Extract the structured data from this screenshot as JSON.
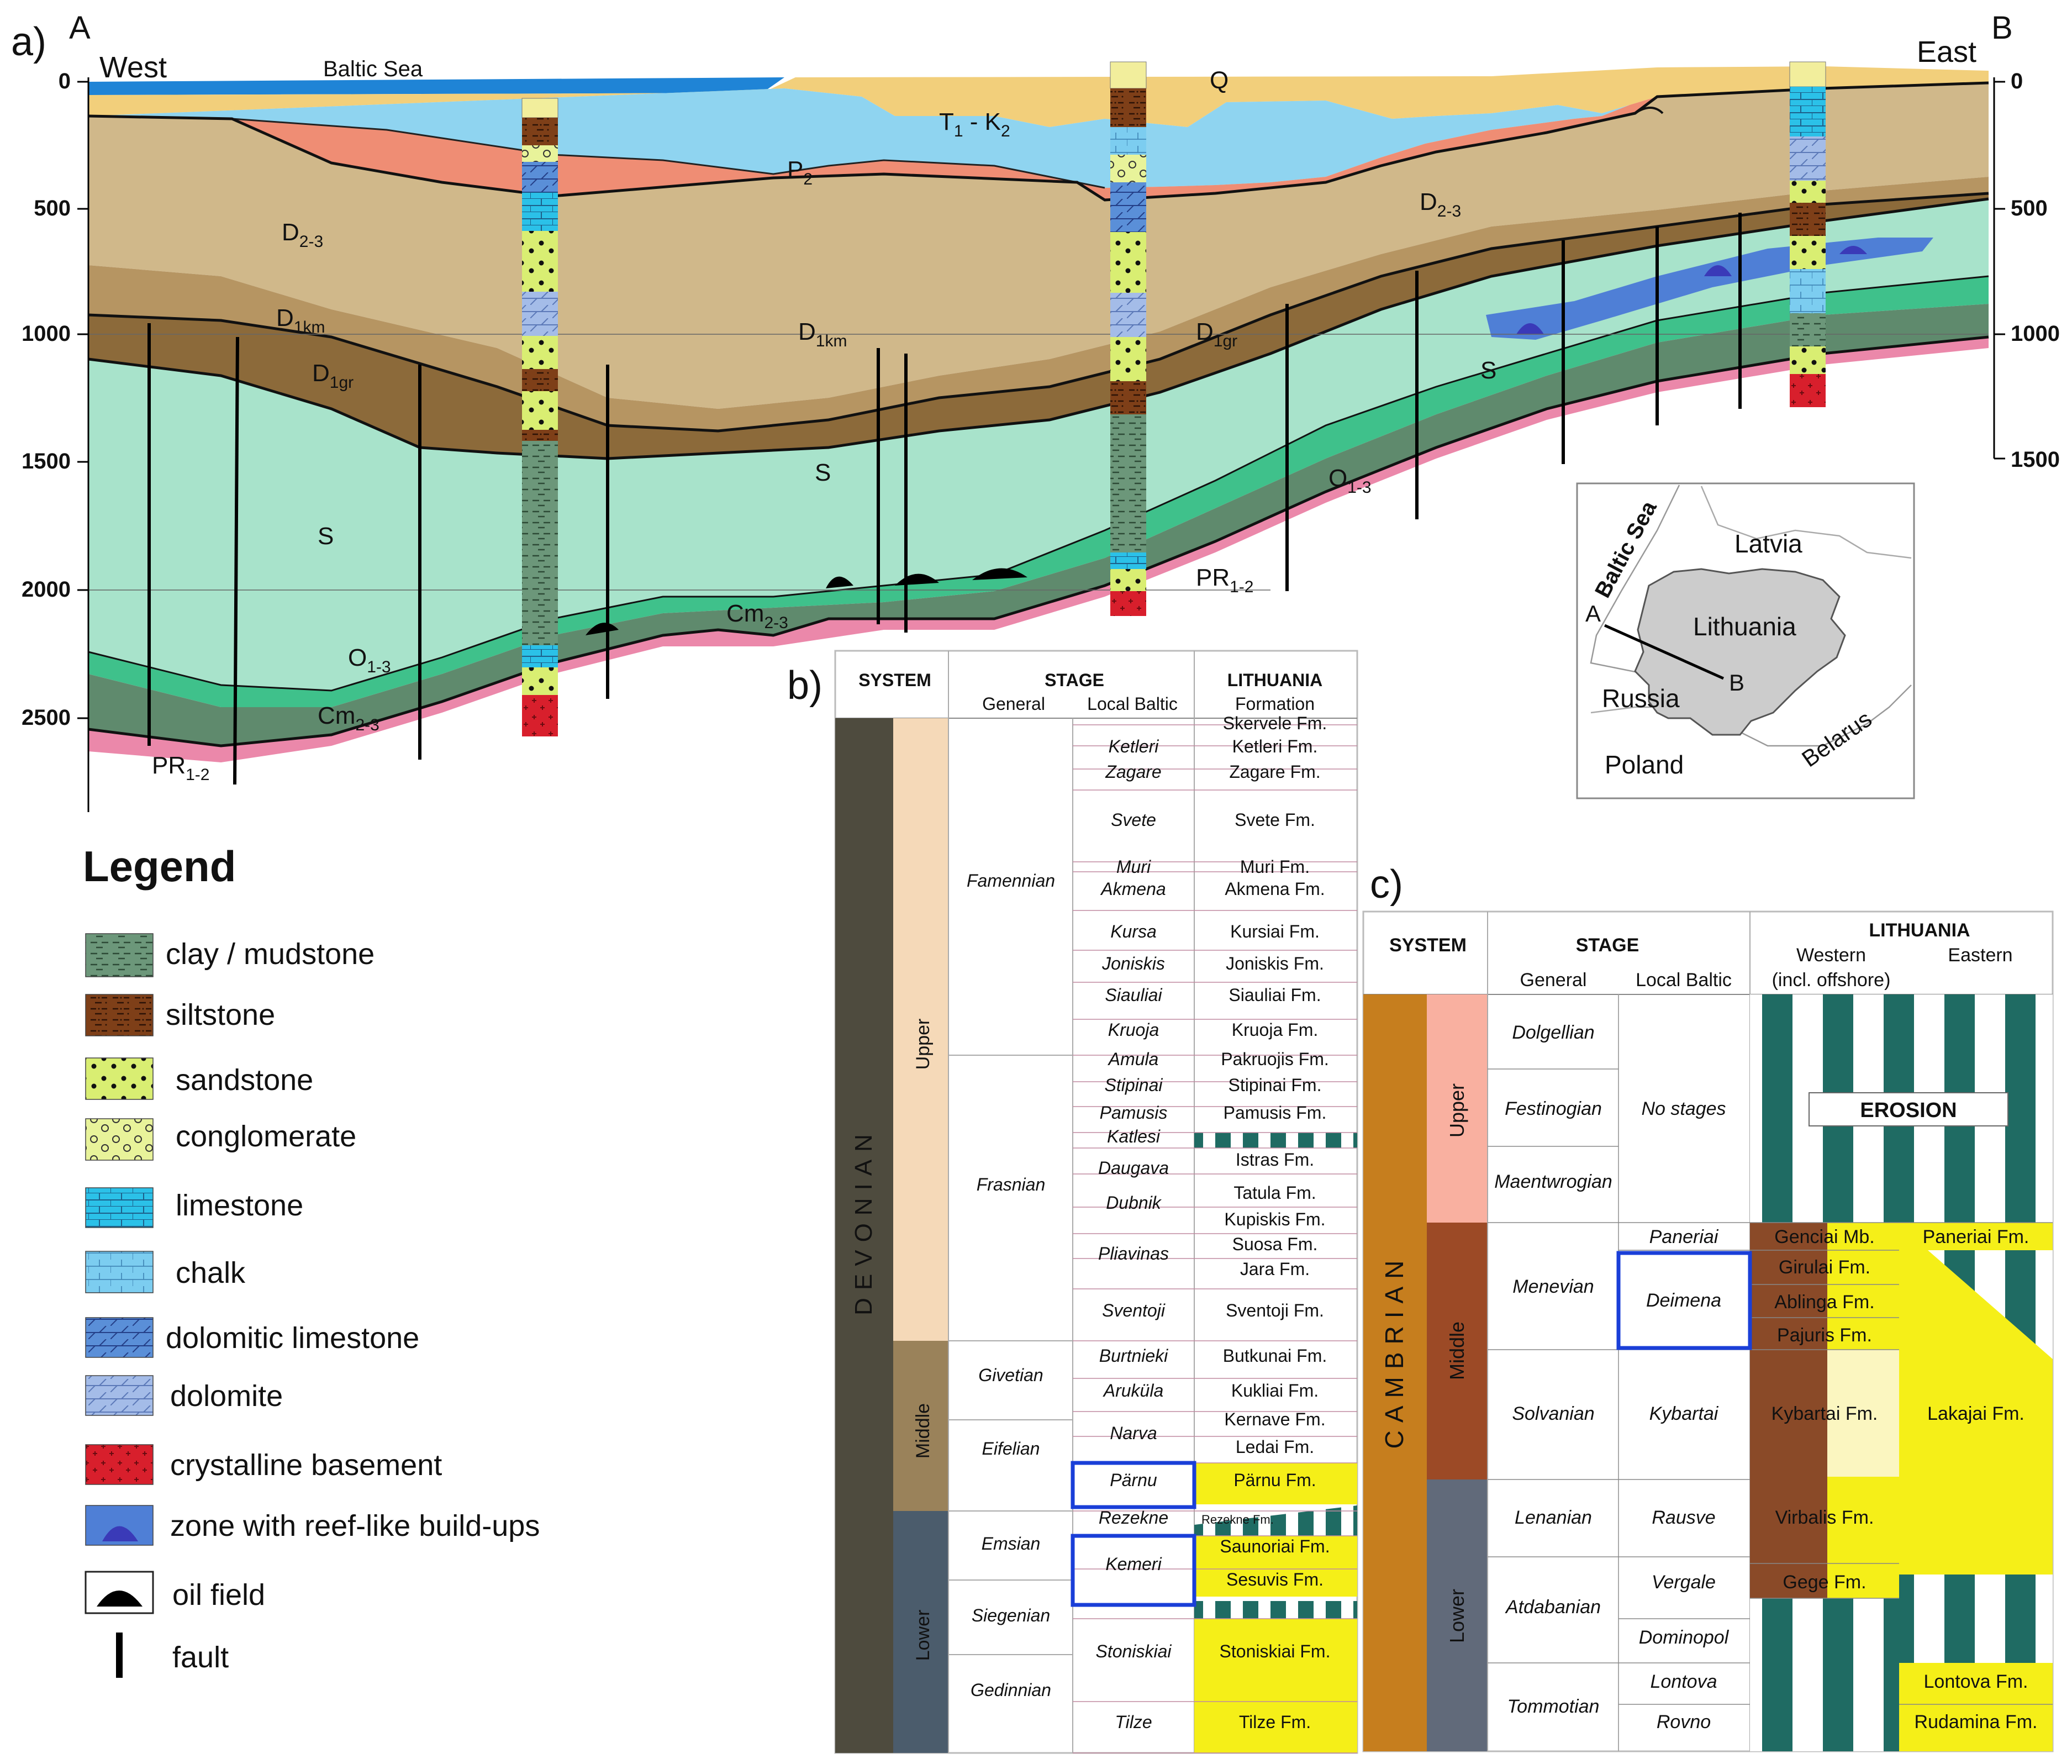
{
  "panel_a": {
    "panel_label": "a)",
    "endpoint_left": "A",
    "endpoint_right": "B",
    "west_label": "West",
    "east_label": "East",
    "sea_label": "Baltic Sea",
    "depth_ticks": [
      "0",
      "500",
      "1000",
      "1500",
      "2000",
      "2500"
    ],
    "depth_ticks_right": [
      "0",
      "500",
      "1000",
      "1500"
    ],
    "units": [
      {
        "id": "Q",
        "base": "Q",
        "sub": ""
      },
      {
        "id": "T1K2",
        "base": "T",
        "sub": "1",
        "mid": " - K",
        "sub2": "2"
      },
      {
        "id": "P2",
        "base": "P",
        "sub": "2"
      },
      {
        "id": "D23a",
        "base": "D",
        "sub": "2-3"
      },
      {
        "id": "D23b",
        "base": "D",
        "sub": "2-3"
      },
      {
        "id": "D1km_a",
        "base": "D",
        "sub": "1km"
      },
      {
        "id": "D1km_b",
        "base": "D",
        "sub": "1km"
      },
      {
        "id": "D1gr_a",
        "base": "D",
        "sub": "1gr"
      },
      {
        "id": "D1gr_b",
        "base": "D",
        "sub": "1gr"
      },
      {
        "id": "S_a",
        "base": "S",
        "sub": ""
      },
      {
        "id": "S_b",
        "base": "S",
        "sub": ""
      },
      {
        "id": "S_c",
        "base": "S",
        "sub": ""
      },
      {
        "id": "O13_a",
        "base": "O",
        "sub": "1-3"
      },
      {
        "id": "O13_b",
        "base": "O",
        "sub": "1-3"
      },
      {
        "id": "Cm_a",
        "base": "Cm",
        "sub": "2-3"
      },
      {
        "id": "Cm_b",
        "base": "Cm",
        "sub": "2-3"
      },
      {
        "id": "PR_a",
        "base": "PR",
        "sub": "1-2"
      },
      {
        "id": "PR_b",
        "base": "PR",
        "sub": "1-2"
      }
    ]
  },
  "map": {
    "sea": "Baltic Sea",
    "countries": [
      "Latvia",
      "Lithuania",
      "Russia",
      "Poland",
      "Belarus"
    ],
    "a": "A",
    "b": "B"
  },
  "legend": {
    "title": "Legend",
    "items": [
      {
        "label": "clay / mudstone",
        "color": "#6f9a78"
      },
      {
        "label": "siltstone",
        "color": "#8a4a1e"
      },
      {
        "label": "sandstone",
        "color": "#d6ec6e"
      },
      {
        "label": "conglomerate",
        "color": "#e4f28e"
      },
      {
        "label": "limestone",
        "color": "#27c0e8"
      },
      {
        "label": "chalk",
        "color": "#6cc7ee"
      },
      {
        "label": "dolomitic limestone",
        "color": "#5b8fd8"
      },
      {
        "label": "dolomite",
        "color": "#9fb7e6"
      },
      {
        "label": "crystalline basement",
        "color": "#d61f2c"
      },
      {
        "label": "zone with reef-like build-ups",
        "color": "#4a4ac8"
      },
      {
        "label": "oil field",
        "color": "#000000"
      },
      {
        "label": "fault",
        "color": "#000000"
      }
    ]
  },
  "panel_b": {
    "panel_label": "b)",
    "hdr_system": "SYSTEM",
    "hdr_stage": "STAGE",
    "hdr_general": "General",
    "hdr_local": "Local Baltic",
    "hdr_lith": "LITHUANIA",
    "hdr_form": "Formation",
    "system": "DEVONIAN",
    "series": [
      "Upper",
      "Middle",
      "Lower"
    ],
    "general": [
      "Famennian",
      "Frasnian",
      "Givetian",
      "Eifelian",
      "Emsian",
      "Siegenian",
      "Gedinnian"
    ],
    "rows": [
      {
        "local": "",
        "fm": "Skervele Fm."
      },
      {
        "local": "Ketleri",
        "fm": "Ketleri Fm."
      },
      {
        "local": "Zagare",
        "fm": "Zagare Fm."
      },
      {
        "local": "Svete",
        "fm": "Svete Fm."
      },
      {
        "local": "Muri",
        "fm": "Muri Fm."
      },
      {
        "local": "Akmena",
        "fm": "Akmena Fm."
      },
      {
        "local": "Kursa",
        "fm": "Kursiai Fm."
      },
      {
        "local": "Joniskis",
        "fm": "Joniskis Fm."
      },
      {
        "local": "Siauliai",
        "fm": "Siauliai Fm."
      },
      {
        "local": "Kruoja",
        "fm": "Kruoja Fm."
      },
      {
        "local": "Amula",
        "fm": "Pakruojis Fm."
      },
      {
        "local": "Stipinai",
        "fm": "Stipinai Fm."
      },
      {
        "local": "Pamusis",
        "fm": "Pamusis Fm."
      },
      {
        "local": "Katlesi",
        "fm": ""
      },
      {
        "local": "Daugava",
        "fm": "Istras Fm."
      },
      {
        "local": "Dubnik",
        "fm": "Tatula Fm."
      },
      {
        "local": "Pliavinas",
        "fm": "Kupiskis Fm."
      },
      {
        "local": "",
        "fm": "Suosa Fm."
      },
      {
        "local": "",
        "fm": "Jara Fm."
      },
      {
        "local": "Sventoji",
        "fm": "Sventoji Fm."
      },
      {
        "local": "Burtnieki",
        "fm": "Butkunai Fm."
      },
      {
        "local": "Aruküla",
        "fm": "Kukliai Fm."
      },
      {
        "local": "Narva",
        "fm": "Kernave Fm."
      },
      {
        "local": "",
        "fm": "Ledai Fm."
      },
      {
        "local": "Pärnu",
        "fm": "Pärnu Fm."
      },
      {
        "local": "Rezekne",
        "fm": "Rezekne Fm."
      },
      {
        "local": "Kemeri",
        "fm": "Saunoriai Fm."
      },
      {
        "local": "",
        "fm": "Sesuvis Fm."
      },
      {
        "local": "Stoniskiai",
        "fm": "Stoniskiai Fm."
      },
      {
        "local": "Tilze",
        "fm": "Tilze Fm."
      }
    ]
  },
  "panel_c": {
    "panel_label": "c)",
    "hdr_system": "SYSTEM",
    "hdr_stage": "STAGE",
    "hdr_general": "General",
    "hdr_local": "Local Baltic",
    "hdr_lith": "LITHUANIA",
    "hdr_western": "Western",
    "hdr_offshore": "(incl. offshore)",
    "hdr_eastern": "Eastern",
    "system": "CAMBRIAN",
    "series": [
      "Upper",
      "Middle",
      "Lower"
    ],
    "general": [
      "Dolgellian",
      "Festinogian",
      "Maentwrogian",
      "Menevian",
      "Solvanian",
      "Lenanian",
      "Atdabanian",
      "Tommotian"
    ],
    "local": [
      "No stages",
      "Paneriai",
      "Deimena",
      "Kybartai",
      "Rausve",
      "Vergale",
      "Dominopol",
      "Lontova",
      "Rovno"
    ],
    "erosion": "EROSION",
    "west_fm": [
      "Genciai Mb.",
      "Girulai Fm.",
      "Ablinga Fm.",
      "Pajuris Fm.",
      "Kybartai Fm.",
      "Virbalis Fm.",
      "Gege Fm."
    ],
    "east_fm": [
      "Paneriai Fm.",
      "Lakajai Fm.",
      "Lontova Fm.",
      "Rudamina Fm."
    ]
  }
}
